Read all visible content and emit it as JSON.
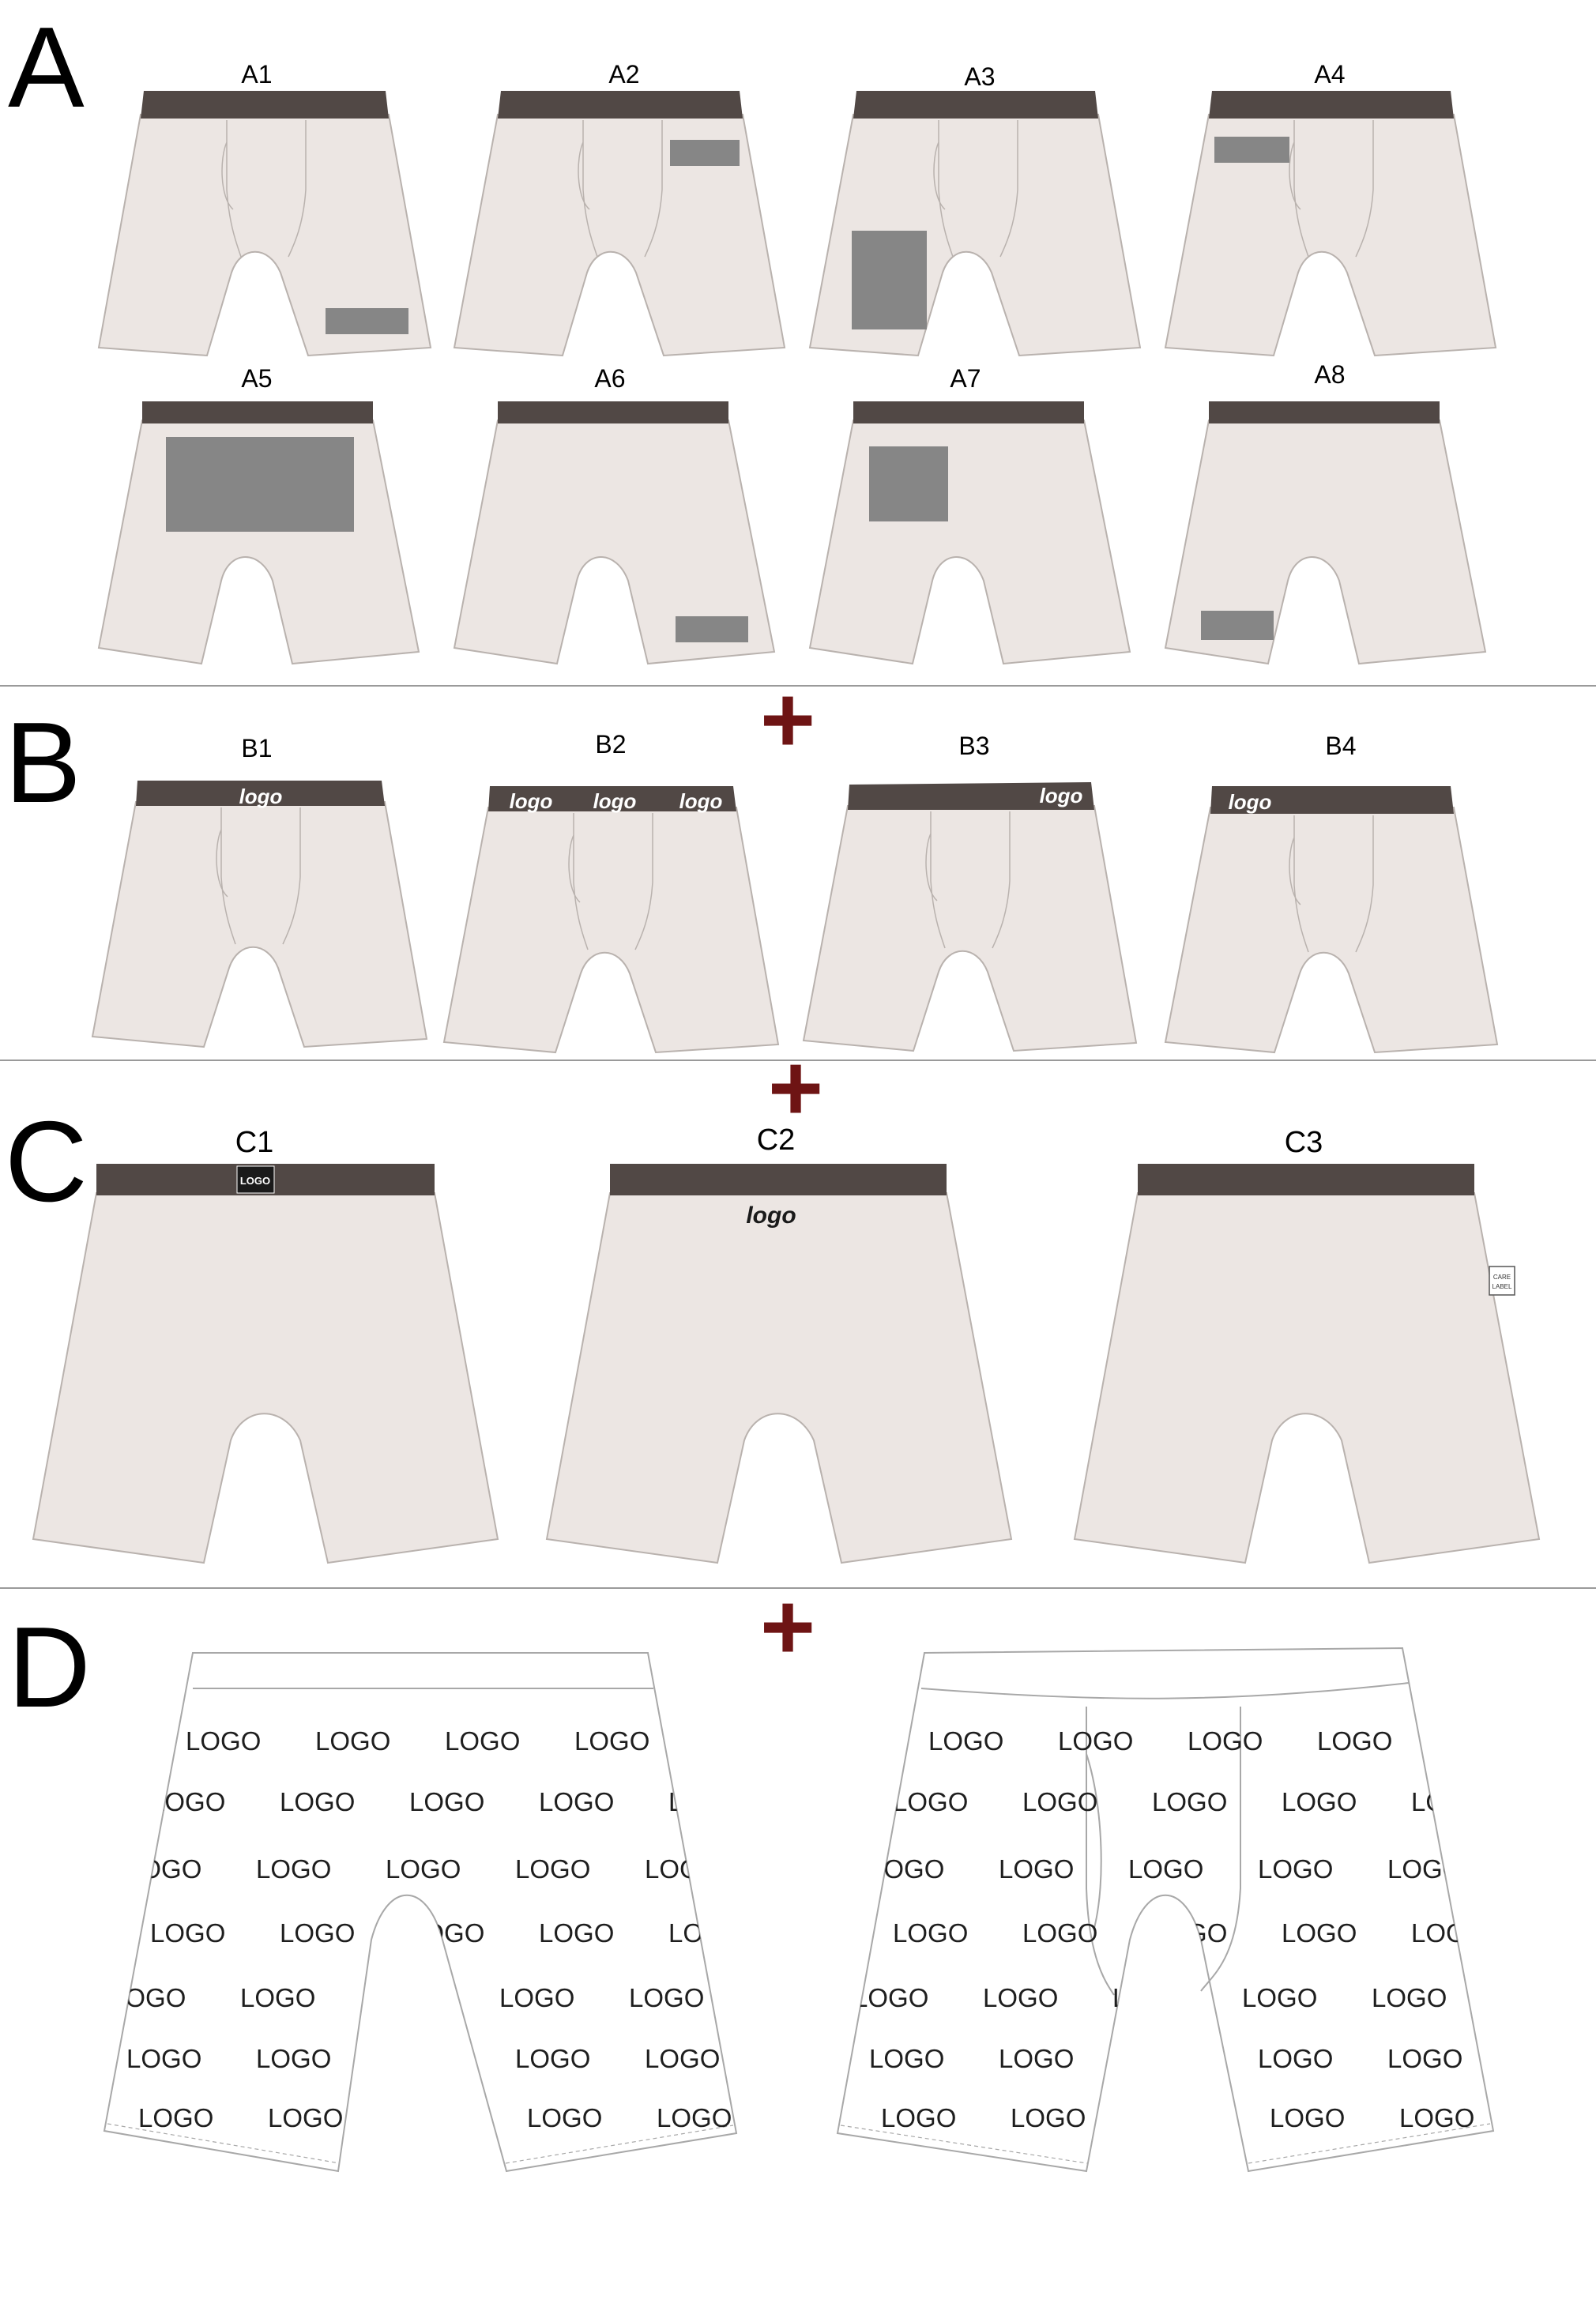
{
  "colors": {
    "fabric": "#ece6e3",
    "fabric_outline": "#b9b2ae",
    "waistband": "#514845",
    "placement_patch": "#868686",
    "plus_sign": "#6e1414",
    "divider": "#9a9a9a",
    "print_text": "#1e1e1e",
    "print_outline": "#a8a8a8"
  },
  "sections": [
    {
      "id": "A",
      "letter": "A",
      "items": [
        {
          "label": "A1",
          "view": "front"
        },
        {
          "label": "A2",
          "view": "front"
        },
        {
          "label": "A3",
          "view": "front"
        },
        {
          "label": "A4",
          "view": "front"
        },
        {
          "label": "A5",
          "view": "back"
        },
        {
          "label": "A6",
          "view": "back"
        },
        {
          "label": "A7",
          "view": "back"
        },
        {
          "label": "A8",
          "view": "back"
        }
      ]
    },
    {
      "id": "B",
      "letter": "B",
      "items": [
        {
          "label": "B1",
          "view": "front",
          "band_text": [
            "logo"
          ]
        },
        {
          "label": "B2",
          "view": "front",
          "band_text": [
            "logo",
            "logo",
            "logo"
          ]
        },
        {
          "label": "B3",
          "view": "front",
          "band_text": [
            "logo"
          ]
        },
        {
          "label": "B4",
          "view": "front",
          "band_text": [
            "logo"
          ]
        }
      ]
    },
    {
      "id": "C",
      "letter": "C",
      "items": [
        {
          "label": "C1",
          "view": "back",
          "band_tag": "LOGO"
        },
        {
          "label": "C2",
          "view": "back",
          "print_text": "logo"
        },
        {
          "label": "C3",
          "view": "back",
          "care_label": [
            "CARE",
            "LABEL"
          ]
        }
      ]
    },
    {
      "id": "D",
      "letter": "D",
      "items": [
        {
          "view": "back",
          "pattern_word": "LOGO"
        },
        {
          "view": "front",
          "pattern_word": "LOGO"
        }
      ]
    }
  ],
  "plus_symbol": "+"
}
